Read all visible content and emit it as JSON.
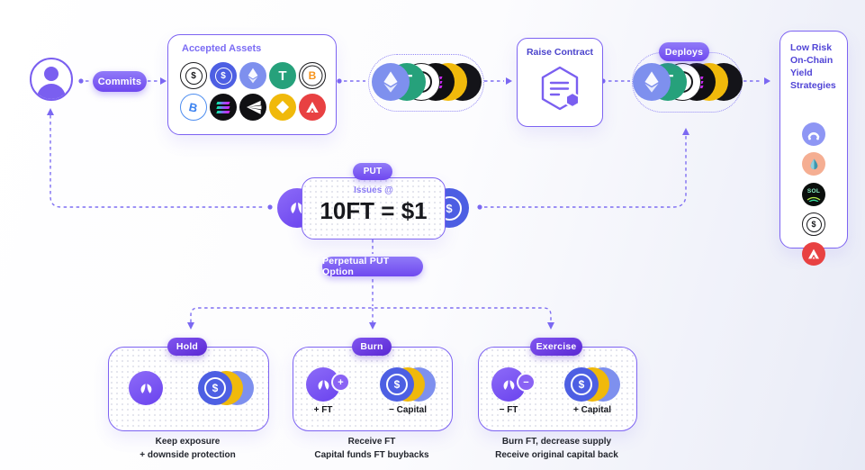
{
  "colors": {
    "accent": "#7a5ff0",
    "connector": "#7e6ef2",
    "panel_border": "#7d63f2",
    "title_purple": "#7b6cf4",
    "title_indigo": "#4b44cc",
    "strategies_text": "#5145d6",
    "caption_text": "#23262e",
    "pill_light": "#7a55f2",
    "pill_dark": "#6b33e0"
  },
  "glyphs": {
    "dollar": "$",
    "tether": "T",
    "btc": "B",
    "sol": "SOL"
  },
  "flow": {
    "commits_label": "Commits",
    "deploys_label": "Deploys",
    "accepted_assets": {
      "title": "Accepted Assets",
      "icons": [
        "usd-black-white",
        "usdc",
        "ethereum",
        "tether",
        "wrapped-btc",
        "bitcoin-blue",
        "solana",
        "black-rays",
        "bnb",
        "avalanche"
      ]
    },
    "raise_contract": {
      "title": "Raise Contract",
      "icon": "contract-hexagon"
    },
    "strategies": {
      "title_lines": [
        "Low Risk",
        "On-Chain",
        "Yield",
        "Strategies"
      ],
      "icons": [
        "aave",
        "lido",
        "sol-yield",
        "usd-black-white",
        "avalanche"
      ]
    }
  },
  "put": {
    "pill": "PUT",
    "issues_label": "Issues @",
    "rate": "10FT = $1",
    "perpetual_label": "Perpetual PUT Option"
  },
  "branches": [
    {
      "pill": "Hold",
      "caption_lines": [
        "Keep exposure",
        "+ downside protection"
      ]
    },
    {
      "pill": "Burn",
      "badge": "+",
      "left_label": "+ FT",
      "right_label": "− Capital",
      "caption_lines": [
        "Receive FT",
        "Capital funds FT buybacks"
      ]
    },
    {
      "pill": "Exercise",
      "badge": "−",
      "left_label": "− FT",
      "right_label": "+ Capital",
      "caption_lines": [
        "Burn FT, decrease supply",
        "Receive original capital back"
      ]
    }
  ]
}
